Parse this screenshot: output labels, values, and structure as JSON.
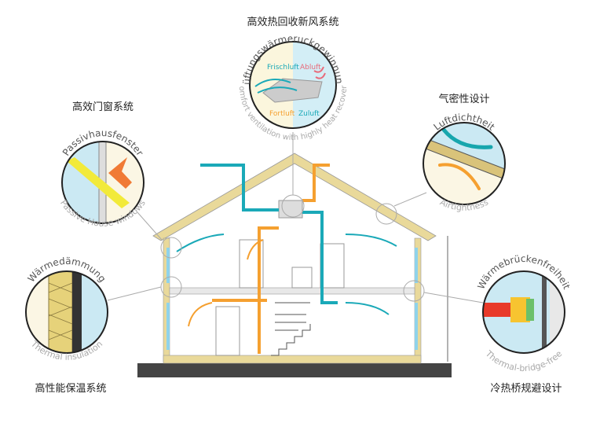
{
  "title": "高效热回收新风系统",
  "ventilation": {
    "german": "Lüftungswärmeruckgewinnung",
    "english": "Comfort ventilation with highly heat recovery",
    "frischluft": "Frischluft",
    "abluft": "Abluft",
    "fortluft": "Fortluft",
    "zuluft": "Zuluft"
  },
  "windows": {
    "cn": "高效门窗系统",
    "german": "Passivhausfenster",
    "english": "Passive House windows"
  },
  "airtight": {
    "cn": "气密性设计",
    "german": "Luftdichtheit",
    "english": "Airtightness"
  },
  "insulation": {
    "cn": "高性能保温系统",
    "german": "Wärmedämmung",
    "english": "Thermal insulation"
  },
  "bridge": {
    "cn": "冷热桥规避设计",
    "german": "Wärmebrückenfreiheit",
    "english": "Thermal-bridge-free"
  },
  "colors": {
    "fresh": "#1aa9b8",
    "exhaust": "#f5a030",
    "wall": "#e9d99a",
    "ground": "#444444"
  }
}
